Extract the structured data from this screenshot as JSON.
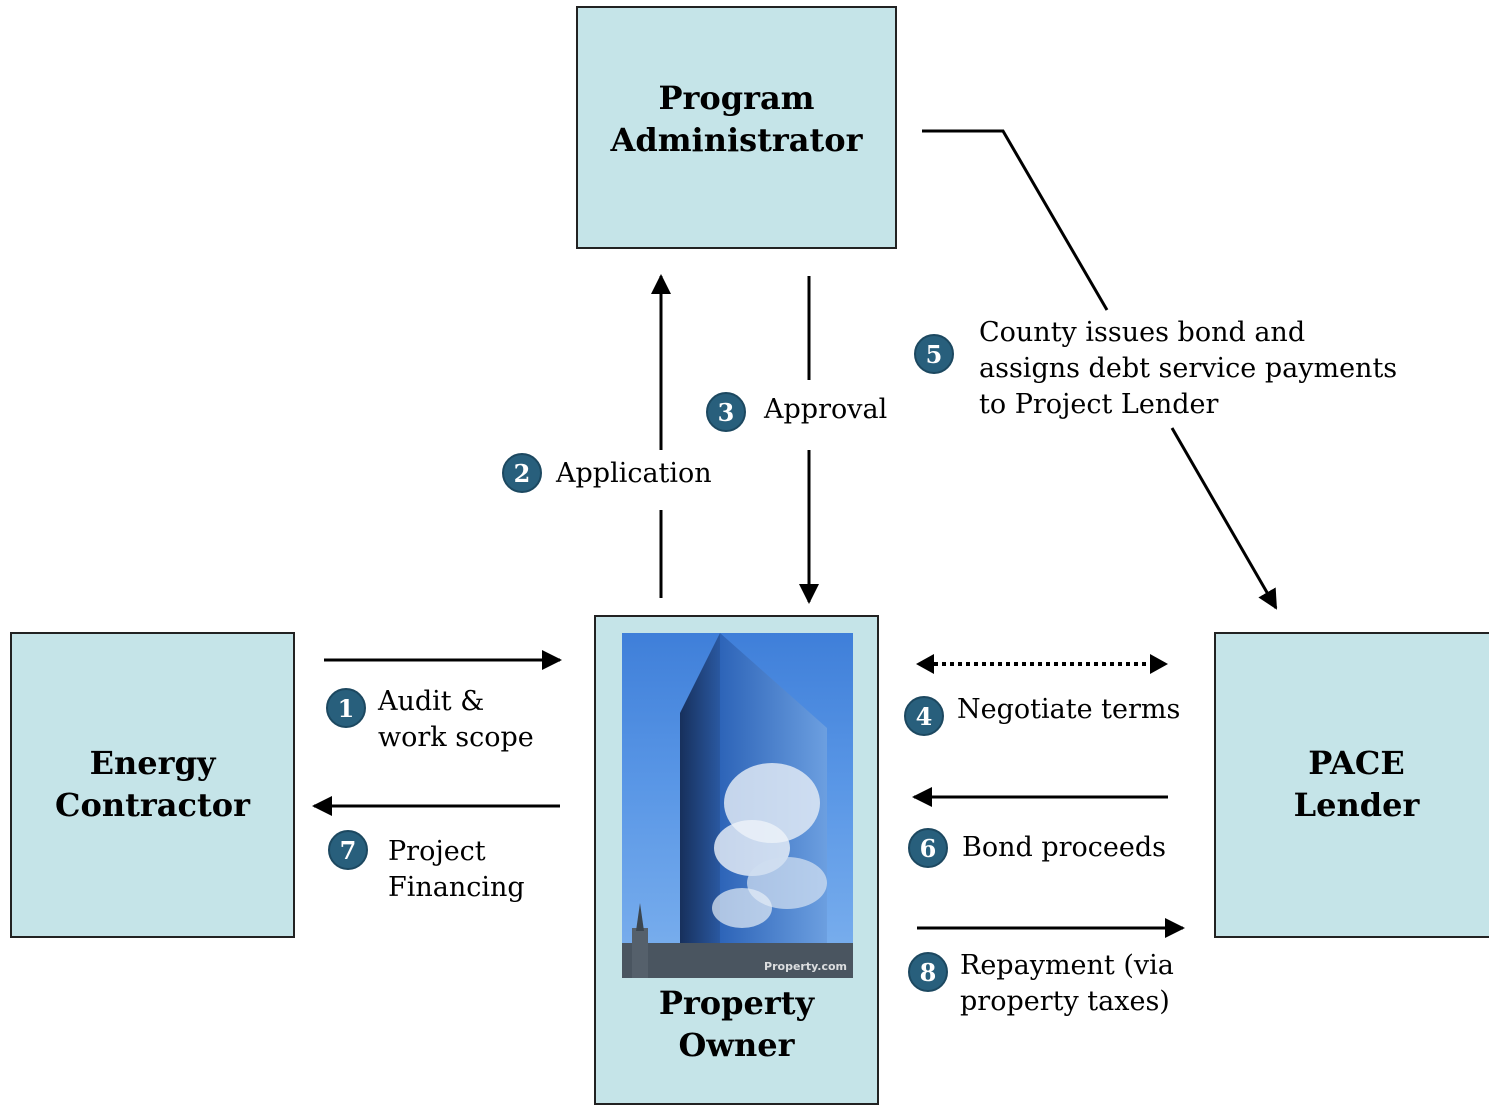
{
  "nodes": {
    "admin": [
      "Program",
      "Administrator"
    ],
    "contractor": [
      "Energy",
      "Contractor"
    ],
    "lender": [
      "PACE",
      "Lender"
    ],
    "owner": [
      "Property",
      "Owner"
    ]
  },
  "steps": [
    {
      "num": "1",
      "lines": [
        "Audit &",
        "work scope"
      ]
    },
    {
      "num": "2",
      "lines": [
        "Application"
      ]
    },
    {
      "num": "3",
      "lines": [
        "Approval"
      ]
    },
    {
      "num": "4",
      "lines": [
        "Negotiate terms"
      ]
    },
    {
      "num": "5",
      "lines": [
        "County issues bond and",
        "assigns debt service payments",
        "to Project Lender"
      ]
    },
    {
      "num": "6",
      "lines": [
        "Bond proceeds"
      ]
    },
    {
      "num": "7",
      "lines": [
        "Project",
        "Financing"
      ]
    },
    {
      "num": "8",
      "lines": [
        "Repayment (via",
        "property taxes)"
      ]
    }
  ],
  "photo": {
    "watermark": "Property.com"
  },
  "colors": {
    "box_fill": "#c5e4e8",
    "badge": "#285f7c",
    "line": "#000000"
  }
}
